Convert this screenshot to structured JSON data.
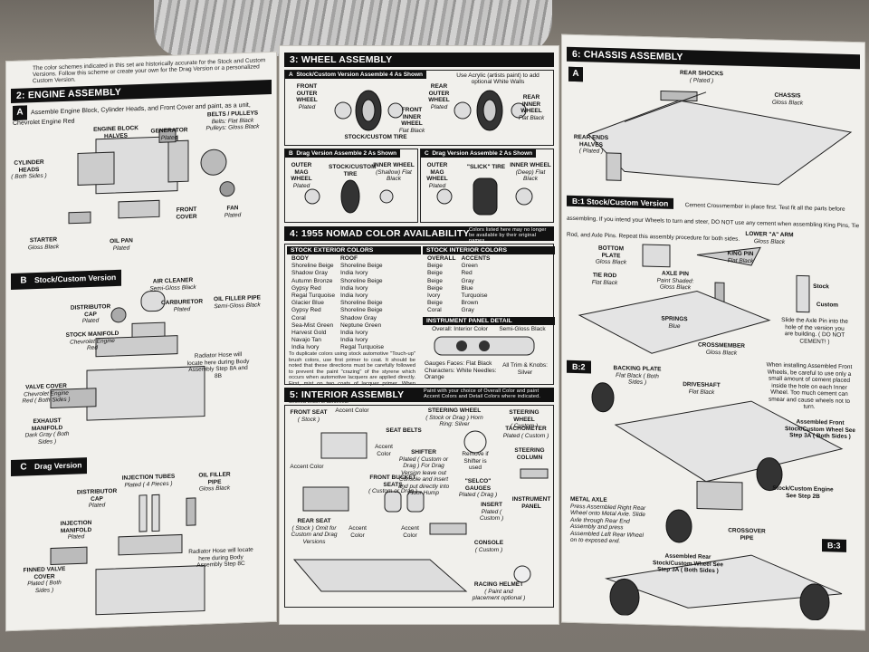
{
  "left": {
    "warning": "The color schemes indicated in this set are historically accurate for the Stock and Custom Versions. Follow this scheme or create your own for the Drag Version or a personalized Custom Version.",
    "engine": {
      "title": "2: ENGINE ASSEMBLY",
      "step_a": "A",
      "step_a_text": "Assemble Engine Block, Cylinder Heads, and Front Cover and paint, as a unit, Chevrolet Engine Red",
      "labels": {
        "cylinder_heads": "CYLINDER HEADS",
        "cylinder_heads_sub": "( Both Sides )",
        "engine_block": "ENGINE BLOCK HALVES",
        "generator": "GENERATOR",
        "generator_sub": "Plated",
        "belts": "BELTS / PULLEYS",
        "belts_sub": "Belts: Flat Black Pulleys: Gloss Black",
        "front_cover": "FRONT COVER",
        "fan": "FAN",
        "fan_sub": "Plated",
        "starter": "STARTER",
        "starter_sub": "Gloss Black",
        "oil_pan": "OIL PAN",
        "oil_pan_sub": "Plated"
      }
    },
    "stock_custom": {
      "step": "B",
      "title": "Stock/Custom Version",
      "labels": {
        "air_cleaner": "AIR CLEANER",
        "air_cleaner_sub": "Semi-Gloss Black",
        "distributor": "DISTRIBUTOR CAP",
        "distributor_sub": "Plated",
        "carburetor": "CARBURETOR",
        "carburetor_sub": "Plated",
        "oil_filler": "OIL FILLER PIPE",
        "oil_filler_sub": "Semi-Gloss Black",
        "stock_manifold": "STOCK MANIFOLD",
        "stock_manifold_sub": "Chevrolet Engine Red",
        "radiator_hose": "Radiator Hose will locate here during Body Assembly Step 8A and 8B",
        "valve_cover": "VALVE COVER",
        "valve_cover_sub": "Chevrolet Engine Red ( Both Sides )",
        "exhaust_manifold": "EXHAUST MANIFOLD",
        "exhaust_manifold_sub": "Dark Gray ( Both Sides )"
      }
    },
    "drag": {
      "step": "C",
      "title": "Drag Version",
      "labels": {
        "injection_tubes": "INJECTION TUBES",
        "injection_tubes_sub": "Plated ( 4 Pieces )",
        "oil_filler": "OIL FILLER PIPE",
        "oil_filler_sub": "Gloss Black",
        "distributor": "DISTRIBUTOR CAP",
        "distributor_sub": "Plated",
        "injection_manifold": "INJECTION MANIFOLD",
        "injection_manifold_sub": "Plated",
        "finned_valve": "FINNED VALVE COVER",
        "finned_valve_sub": "Plated ( Both Sides )",
        "radiator_hose": "Radiator Hose will locate here during Body Assembly Step 8C"
      }
    }
  },
  "middle": {
    "wheel": {
      "title": "3: WHEEL ASSEMBLY",
      "a_caption": "A",
      "a_title": "Stock/Custom Version   Assemble 4 As Shown",
      "a_note": "Use Acrylic (artists paint) to add optional White Walls",
      "front_outer": "FRONT OUTER WHEEL",
      "front_outer_sub": "Plated",
      "front_inner": "FRONT INNER WHEEL",
      "front_inner_sub": "Flat Black",
      "rear_outer": "REAR OUTER WHEEL",
      "rear_outer_sub": "Plated",
      "rear_inner": "REAR INNER WHEEL",
      "rear_inner_sub": "Flat Black",
      "stock_tire": "STOCK/CUSTOM TIRE",
      "b_caption": "B",
      "b_title": "Drag Version   Assemble 2 As Shown",
      "c_caption": "C",
      "c_title": "Drag Version   Assemble 2 As Shown",
      "outer_mag": "OUTER MAG WHEEL",
      "outer_mag_sub": "Plated",
      "inner_wheel_shallow": "INNER WHEEL",
      "inner_wheel_shallow_sub": "(Shallow) Flat Black",
      "slick_tire": "\"SLICK\" TIRE",
      "inner_wheel_deep": "INNER WHEEL",
      "inner_wheel_deep_sub": "(Deep) Flat Black"
    },
    "color": {
      "title": "4: 1955 NOMAD COLOR AVAILABILITY",
      "title_note": "Colors listed here may no longer be available by their original names.",
      "ext_head": "STOCK EXTERIOR COLORS",
      "int_head": "STOCK INTERIOR COLORS",
      "ext_cols": [
        "BODY",
        "ROOF"
      ],
      "ext_rows": [
        [
          "Shoreline Beige",
          "Shoreline Beige"
        ],
        [
          "Shadow Gray",
          "India Ivory"
        ],
        [
          "Autumn Bronze",
          "Shoreline Beige"
        ],
        [
          "Gypsy Red",
          "India Ivory"
        ],
        [
          "Regal Turquoise",
          "India Ivory"
        ],
        [
          "Glacier Blue",
          "Shoreline Beige"
        ],
        [
          "Gypsy Red",
          "Shoreline Beige"
        ],
        [
          "Coral",
          "Shadow Gray"
        ],
        [
          "Sea-Mist Green",
          "Neptune Green"
        ],
        [
          "Harvest Gold",
          "India Ivory"
        ],
        [
          "Navajo Tan",
          "India Ivory"
        ],
        [
          "India Ivory",
          "Regal Turquoise"
        ]
      ],
      "int_cols": [
        "OVERALL",
        "ACCENTS"
      ],
      "int_rows": [
        [
          "Beige",
          "Green"
        ],
        [
          "Beige",
          "Red"
        ],
        [
          "Beige",
          "Gray"
        ],
        [
          "Beige",
          "Blue"
        ],
        [
          "Ivory",
          "Turquoise"
        ],
        [
          "Beige",
          "Brown"
        ],
        [
          "Coral",
          "Gray"
        ]
      ],
      "paragraph": "To duplicate colors using stock automotive \"Touch-up\" brush colors, use first primer to coat. It should be noted that these directions must be carefully followed to prevent the paint \"crazing\" of the styrene which occurs when automotive lacquers are applied directly. First, mist on two coats of lacquer primer. When completely dry, follow with a very light coat of touch-up, then apply successively heavier coats until the desired finish is achieved.",
      "panel_head": "INSTRUMENT PANEL DETAIL",
      "panel_overall": "Overall: Interior Color",
      "panel_semi": "Semi-Gloss Black",
      "panel_gauges": "Gauges Faces: Flat Black Characters: White Needles: Orange",
      "panel_trim": "All Trim & Knobs: Silver"
    },
    "interior": {
      "title": "5: INTERIOR ASSEMBLY",
      "note": "Paint with your choice of Overall Color and paint Accent Colors and Detail Colors where indicated.",
      "front_seat": "FRONT SEAT",
      "front_seat_sub": "( Stock )",
      "accent1": "Accent Color",
      "accent2": "Accent Color",
      "accent3": "Accent Color",
      "accent4": "Accent Color",
      "accent5": "Accent Color",
      "seat_belts": "SEAT BELTS",
      "steering_wheel_stock": "STEERING WHEEL",
      "steering_wheel_stock_sub": "( Stock or Drag ) Horn Ring: Silver",
      "steering_wheel_custom": "STEERING WHEEL",
      "steering_wheel_custom_sub": "( Custom )",
      "tachometer": "TACHOMETER",
      "tachometer_sub": "Plated ( Custom )",
      "shifter": "SHIFTER",
      "shifter_sub": "Plated ( Custom or Drag ) For Drag Version leave out Console and insert and put directly into Floor Hump",
      "remove": "Remove if Shifter is used",
      "steering_column": "STEERING COLUMN",
      "front_bucket": "FRONT BUCKET SEATS",
      "front_bucket_sub": "( Custom or Drag )",
      "selco": "\"SELCO\" GAUGES",
      "selco_sub": "Plated ( Drag )",
      "insert": "INSERT",
      "insert_sub": "Plated ( Custom )",
      "instrument_panel": "INSTRUMENT PANEL",
      "rear_seat": "REAR SEAT",
      "rear_seat_sub": "( Stock ) Omit for Custom and Drag Versions",
      "console": "CONSOLE",
      "console_sub": "( Custom )",
      "helmet": "RACING HELMET",
      "helmet_sub": "( Paint and placement optional )"
    }
  },
  "right": {
    "chassis": {
      "title": "6: CHASSIS ASSEMBLY",
      "step_a": "A",
      "rear_shocks": "REAR SHOCKS",
      "rear_shocks_sub": "( Plated )",
      "chassis": "CHASSIS",
      "chassis_sub": "Gloss Black",
      "rear_ends": "REAR ENDS HALVES",
      "rear_ends_sub": "( Plated )",
      "b1_title": "B:1  Stock/Custom Version",
      "b1_text": "Cement Crossmember in place first. Test fit all the parts before assembling. If you intend your Wheels to turn and steer, DO NOT use any cement when assembling King Pins, Tie Rod, and Axle Pins. Repeat this assembly procedure for both sides.",
      "lower_arm": "LOWER \"A\" ARM",
      "lower_arm_sub": "Gloss Black",
      "bottom_plate": "BOTTOM PLATE",
      "bottom_plate_sub": "Gloss Black",
      "king_pin": "KING PIN",
      "king_pin_sub": "Flat Black",
      "axle_pin": "AXLE PIN",
      "axle_pin_sub": "Paint Shaded: Gloss Black",
      "tie_rod": "TIE ROD",
      "tie_rod_sub": "Flat Black",
      "stock": "Stock",
      "custom": "Custom",
      "axle_note": "Slide the Axle Pin into the hole of the version you are building. ( DO NOT CEMENT! )",
      "springs": "SPRINGS",
      "springs_sub": "Blue",
      "crossmember": "CROSSMEMBER",
      "crossmember_sub": "Gloss Black",
      "b2": "B:2",
      "backing_plate": "BACKING PLATE",
      "backing_plate_sub": "Flat Black ( Both Sides )",
      "driveshaft": "DRIVESHAFT",
      "driveshaft_sub": "Flat Black",
      "install_note": "When installing Assembled Front Wheels, be careful to use only a small amount of cement placed inside the hole on each Inner Wheel. Too much cement can smear and cause wheels not to turn.",
      "assembled_front": "Assembled Front Stock/Custom Wheel See Step 3A ( Both Sides )",
      "metal_axle": "METAL AXLE",
      "metal_axle_note": "Press Assembled Right Rear Wheel onto Metal Axle. Slide Axle through Rear End Assembly and press Assembled Left Rear Wheel on to exposed end.",
      "stock_engine": "Stock/Custom Engine See Step 2B",
      "assembled_rear": "Assembled Rear Stock/Custom Wheel See Step 3A ( Both Sides )",
      "crossover": "CROSSOVER PIPE",
      "b3": "B:3"
    }
  }
}
